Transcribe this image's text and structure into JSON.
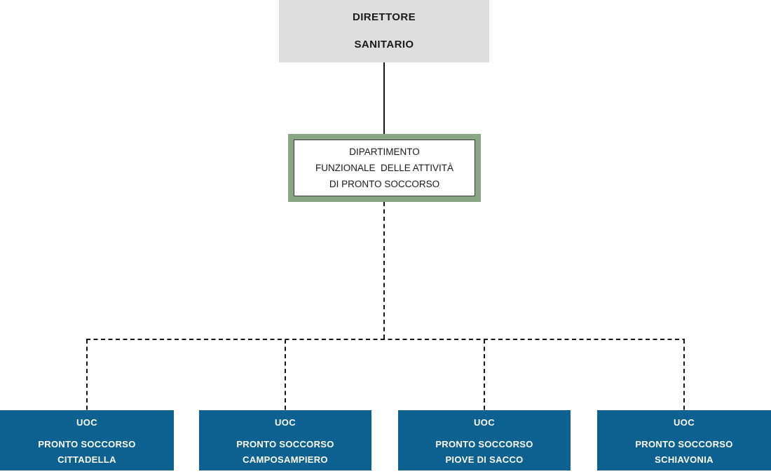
{
  "org": {
    "root": {
      "lines": [
        "DIRETTORE",
        "SANITARIO"
      ]
    },
    "department": {
      "lines": [
        "DIPARTIMENTO",
        "FUNZIONALE  DELLE ATTIVITÀ",
        "DI PRONTO SOCCORSO"
      ]
    },
    "units": [
      {
        "lines": [
          "UOC",
          "PRONTO SOCCORSO",
          "CITTADELLA"
        ]
      },
      {
        "lines": [
          "UOC",
          "PRONTO SOCCORSO",
          "CAMPOSAMPIERO"
        ]
      },
      {
        "lines": [
          "UOC",
          "PRONTO SOCCORSO",
          "PIOVE DI SACCO"
        ]
      },
      {
        "lines": [
          "UOC",
          "PRONTO SOCCORSO",
          "SCHIAVONIA"
        ]
      }
    ],
    "colors": {
      "text": "#1a1a1a",
      "root_bg": "#dedede",
      "department_border": "#8aa583",
      "department_inner_border": "#3b3b3b",
      "unit_bg": "#0d6190",
      "unit_text": "#ffffff",
      "connector": "#141414"
    }
  }
}
